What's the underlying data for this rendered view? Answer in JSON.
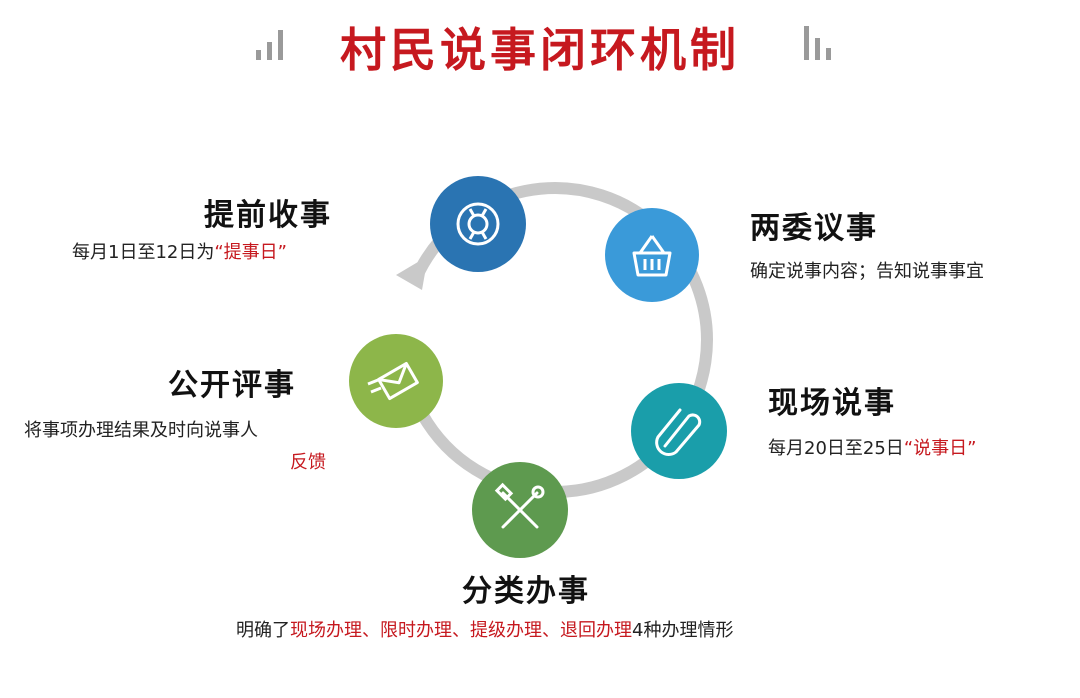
{
  "header": {
    "title": "村民说事闭环机制"
  },
  "stages": {
    "collect": {
      "title": "提前收事",
      "desc_prefix": "每月1日至12日为",
      "desc_highlight": "“提事日”",
      "icon": "lifebuoy-icon",
      "color": "#2a74b2"
    },
    "discuss": {
      "title": "两委议事",
      "desc": "确定说事内容；告知说事事宜",
      "icon": "basket-icon",
      "color": "#3a9ad9"
    },
    "onsite": {
      "title": "现场说事",
      "desc_prefix": "每月20日至25日",
      "desc_highlight": "“说事日”",
      "icon": "paperclip-icon",
      "color": "#1a9eaa"
    },
    "handle": {
      "title": "分类办事",
      "desc_prefix": "明确了",
      "desc_highlight": "现场办理、限时办理、提级办理、退回办理",
      "desc_suffix": "4种办理情形",
      "icon": "tools-icon",
      "color": "#5e9a4f"
    },
    "review": {
      "title": "公开评事",
      "desc_line1": "将事项办理结果及时向说事人",
      "desc_line2": "反馈",
      "icon": "envelope-icon",
      "color": "#8db64a"
    }
  },
  "colors": {
    "accent": "#c6191f",
    "ring": "#c9c9c9"
  }
}
